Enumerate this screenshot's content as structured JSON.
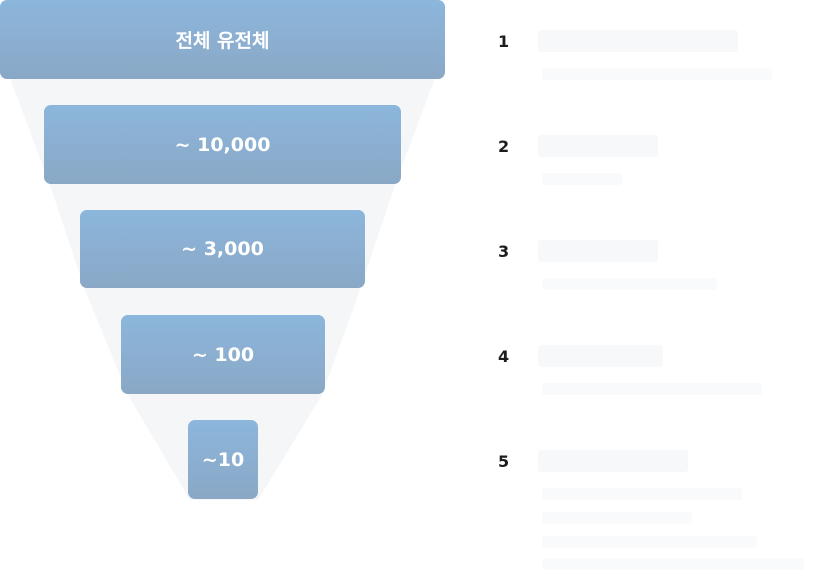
{
  "funnel": {
    "tiers": [
      {
        "label": "전체 유전체"
      },
      {
        "label": "~ 10,000"
      },
      {
        "label": "~ 3,000"
      },
      {
        "label": "~ 100"
      },
      {
        "label": "~10"
      }
    ]
  },
  "stages": [
    {
      "number": "1"
    },
    {
      "number": "2"
    },
    {
      "number": "3"
    },
    {
      "number": "4"
    },
    {
      "number": "5"
    }
  ],
  "colors": {
    "tier_top": "#8cb6dc",
    "tier_bottom": "#8aa8c6",
    "tier_text": "#ffffff",
    "stage_number": "#1c1c1c",
    "funnel_shadow": "#f4f6f8"
  }
}
